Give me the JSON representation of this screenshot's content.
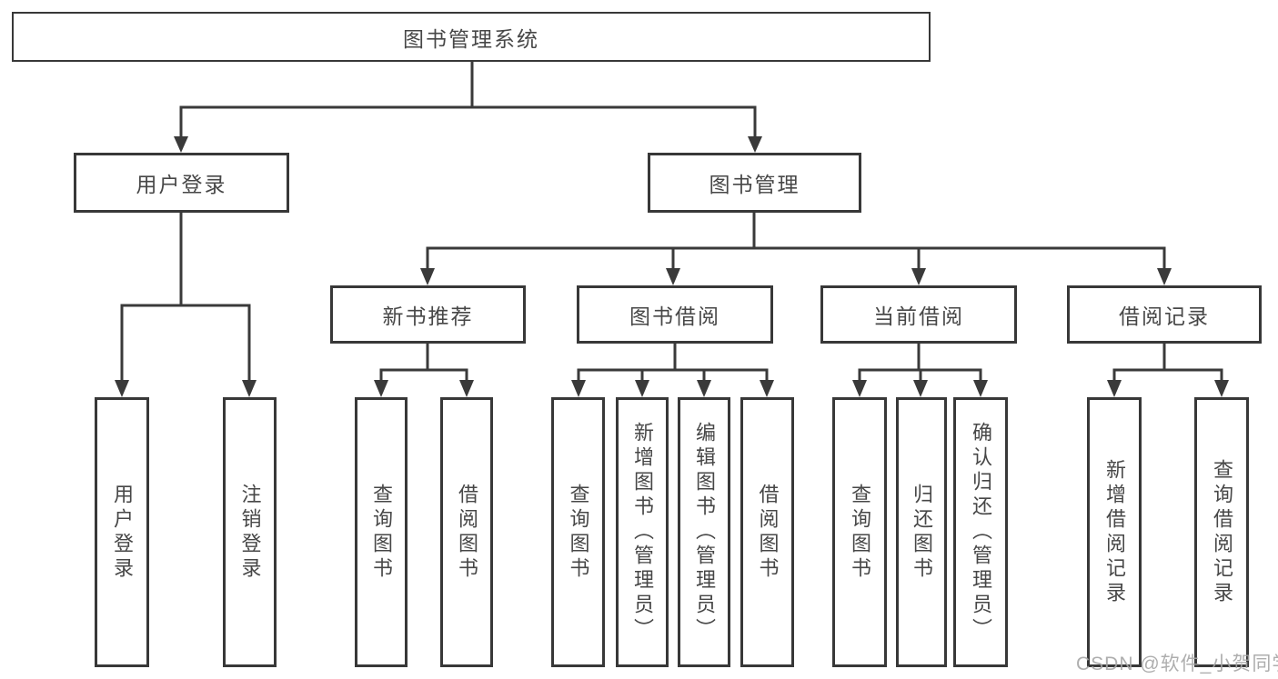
{
  "page_title": "图书管理系统",
  "colors": {
    "background": "#ffffff",
    "line": "#3a3a3a",
    "box_border": "#383838",
    "text": "#474747",
    "watermark_text": "#a5a5a5"
  },
  "watermark": {
    "text": "CSDN @软件_小贺同学"
  },
  "tree": {
    "root": {
      "label": "图书管理系统",
      "children": [
        {
          "label": "用户登录",
          "children": [
            {
              "label": "用户登录"
            },
            {
              "label": "注销登录"
            }
          ]
        },
        {
          "label": "图书管理",
          "children": [
            {
              "label": "新书推荐",
              "children": [
                {
                  "label": "查询图书"
                },
                {
                  "label": "借阅图书"
                }
              ]
            },
            {
              "label": "图书借阅",
              "children": [
                {
                  "label": "查询图书"
                },
                {
                  "label": "新增图书（管理员）"
                },
                {
                  "label": "编辑图书（管理员）"
                },
                {
                  "label": "借阅图书"
                }
              ]
            },
            {
              "label": "当前借阅",
              "children": [
                {
                  "label": "查询图书"
                },
                {
                  "label": "归还图书"
                },
                {
                  "label": "确认归还（管理员）"
                }
              ]
            },
            {
              "label": "借阅记录",
              "children": [
                {
                  "label": "新增借阅记录"
                },
                {
                  "label": "查询借阅记录"
                }
              ]
            }
          ]
        }
      ]
    }
  }
}
